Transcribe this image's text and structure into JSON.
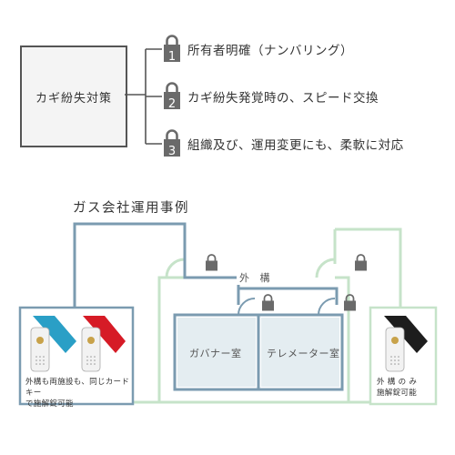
{
  "top": {
    "main_label": "カギ紛失対策",
    "items": [
      {
        "num": "1",
        "text": "所有者明確（ナンバリング）"
      },
      {
        "num": "2",
        "text": "カギ紛失発覚時の、スピード交換"
      },
      {
        "num": "3",
        "text": "組織及び、運用変更にも、柔軟に対応"
      }
    ]
  },
  "bottom": {
    "title": "ガス会社運用事例",
    "gaikou_label": "外 構",
    "governor_room": "ガバナー室",
    "telemeter_room": "テレメーター室",
    "left_caption_line1": "外構も両施設も、同じカードキー",
    "left_caption_line2": "で施解錠可能",
    "right_caption_line1": "外 構 の み",
    "right_caption_line2": "施解錠可能"
  },
  "colors": {
    "steel_blue": "#7b9bb0",
    "mint_green": "#c6e3c9",
    "key_blue": "#2a9fc6",
    "key_red": "#d61b26",
    "key_black": "#1d1d1d",
    "lock_gray": "#6a6a6a"
  }
}
